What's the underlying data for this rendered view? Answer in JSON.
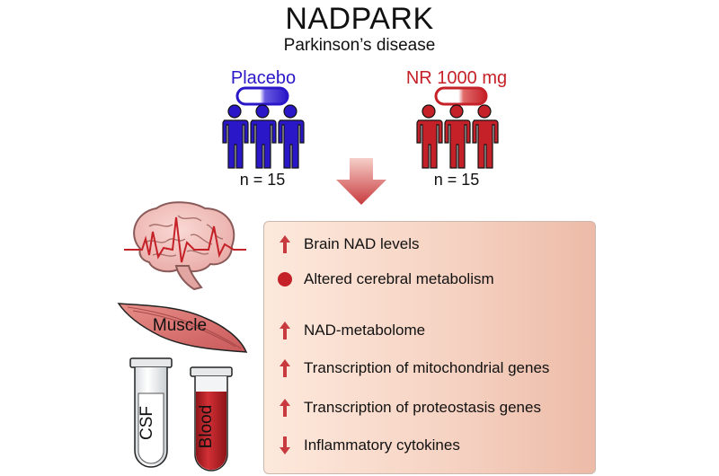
{
  "title": "NADPARK",
  "subtitle": "Parkinson’s disease",
  "groups": [
    {
      "label": "Placebo",
      "n": "n = 15",
      "color": "#2a18c8"
    },
    {
      "label": "NR 1000 mg",
      "n": "n = 15",
      "color": "#c52128"
    }
  ],
  "tissues": {
    "muscle": "Muscle",
    "csf": "CSF",
    "blood": "Blood"
  },
  "results": [
    {
      "direction": "up",
      "text": "Brain NAD levels"
    },
    {
      "direction": "dot",
      "text": "Altered cerebral metabolism"
    },
    {
      "direction": "up",
      "text": "NAD-metabolome"
    },
    {
      "direction": "up",
      "text": "Transcription of mitochondrial genes"
    },
    {
      "direction": "up",
      "text": "Transcription of proteostasis genes"
    },
    {
      "direction": "down",
      "text": "Inflammatory cytokines"
    }
  ],
  "icons": [
    "person-icon",
    "capsule-icon",
    "brain-icon",
    "muscle-icon",
    "test-tube-icon",
    "down-arrow-icon",
    "up-arrow-icon",
    "dot-icon"
  ],
  "colors": {
    "placebo": "#2a18c8",
    "treatment": "#c52128",
    "arrow": "#c83a3e",
    "box_start": "#fde9dc",
    "box_end": "#edbba8"
  }
}
